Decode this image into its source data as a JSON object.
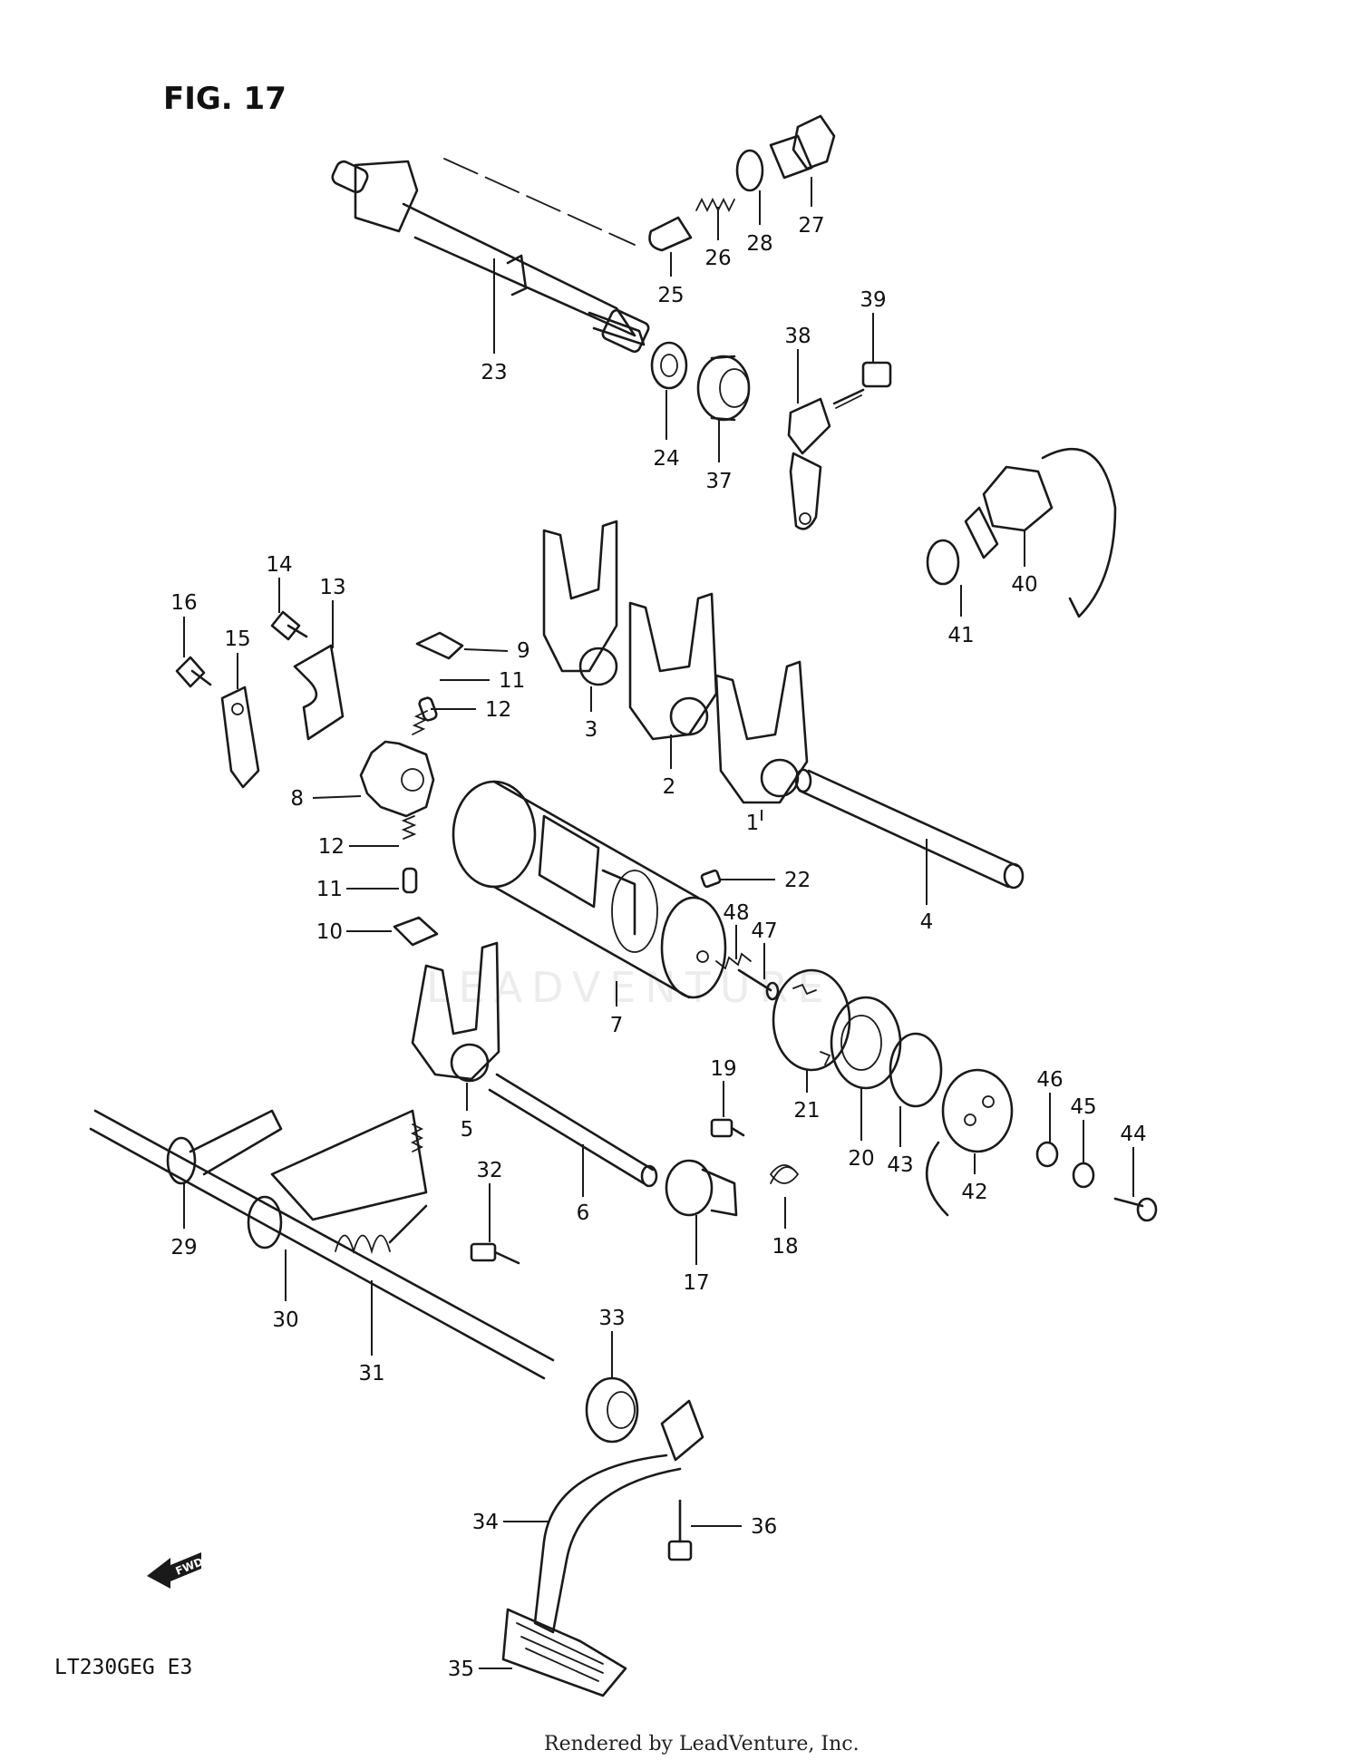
{
  "figure": {
    "title": "FIG. 17",
    "model_code": "LT230GEG  E3",
    "rendered_by": "Rendered by LeadVenture, Inc.",
    "watermark": "LEADVENTURE",
    "fwd_label": "FWD"
  },
  "callouts": [
    "1",
    "2",
    "3",
    "4",
    "5",
    "6",
    "7",
    "8",
    "9",
    "10",
    "11",
    "12",
    "13",
    "14",
    "15",
    "16",
    "17",
    "18",
    "19",
    "20",
    "21",
    "22",
    "23",
    "24",
    "25",
    "26",
    "27",
    "28",
    "29",
    "30",
    "31",
    "32",
    "33",
    "34",
    "35",
    "36",
    "37",
    "38",
    "39",
    "40",
    "41",
    "42",
    "43",
    "44",
    "45",
    "46",
    "47",
    "48"
  ]
}
